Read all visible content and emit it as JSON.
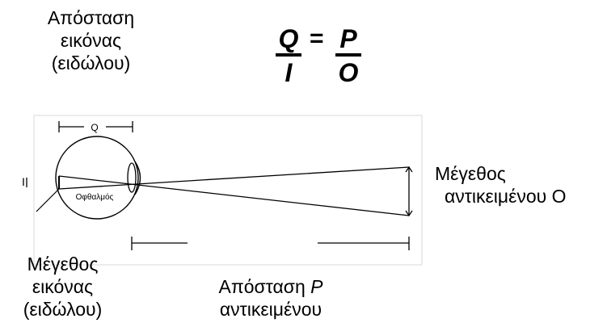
{
  "labels": {
    "image_distance": [
      "Απόσταση",
      "εικόνας",
      "(ειδώλου)"
    ],
    "image_size": [
      "Μέγεθος",
      "εικόνας",
      "(ειδώλου)"
    ],
    "object_size": [
      "Μέγεθος",
      "αντικειμένου O"
    ],
    "object_distance": {
      "line1_text": "Απόσταση ",
      "line1_var": "P",
      "line2": "αντικειμένου"
    }
  },
  "formula": {
    "left_numerator": "Q",
    "left_denominator": "I",
    "equals": "=",
    "right_numerator": "P",
    "right_denominator": "O"
  },
  "diagram": {
    "q_marker": "Q",
    "i_marker": "I",
    "eye_label": "Οφθαλμός"
  }
}
